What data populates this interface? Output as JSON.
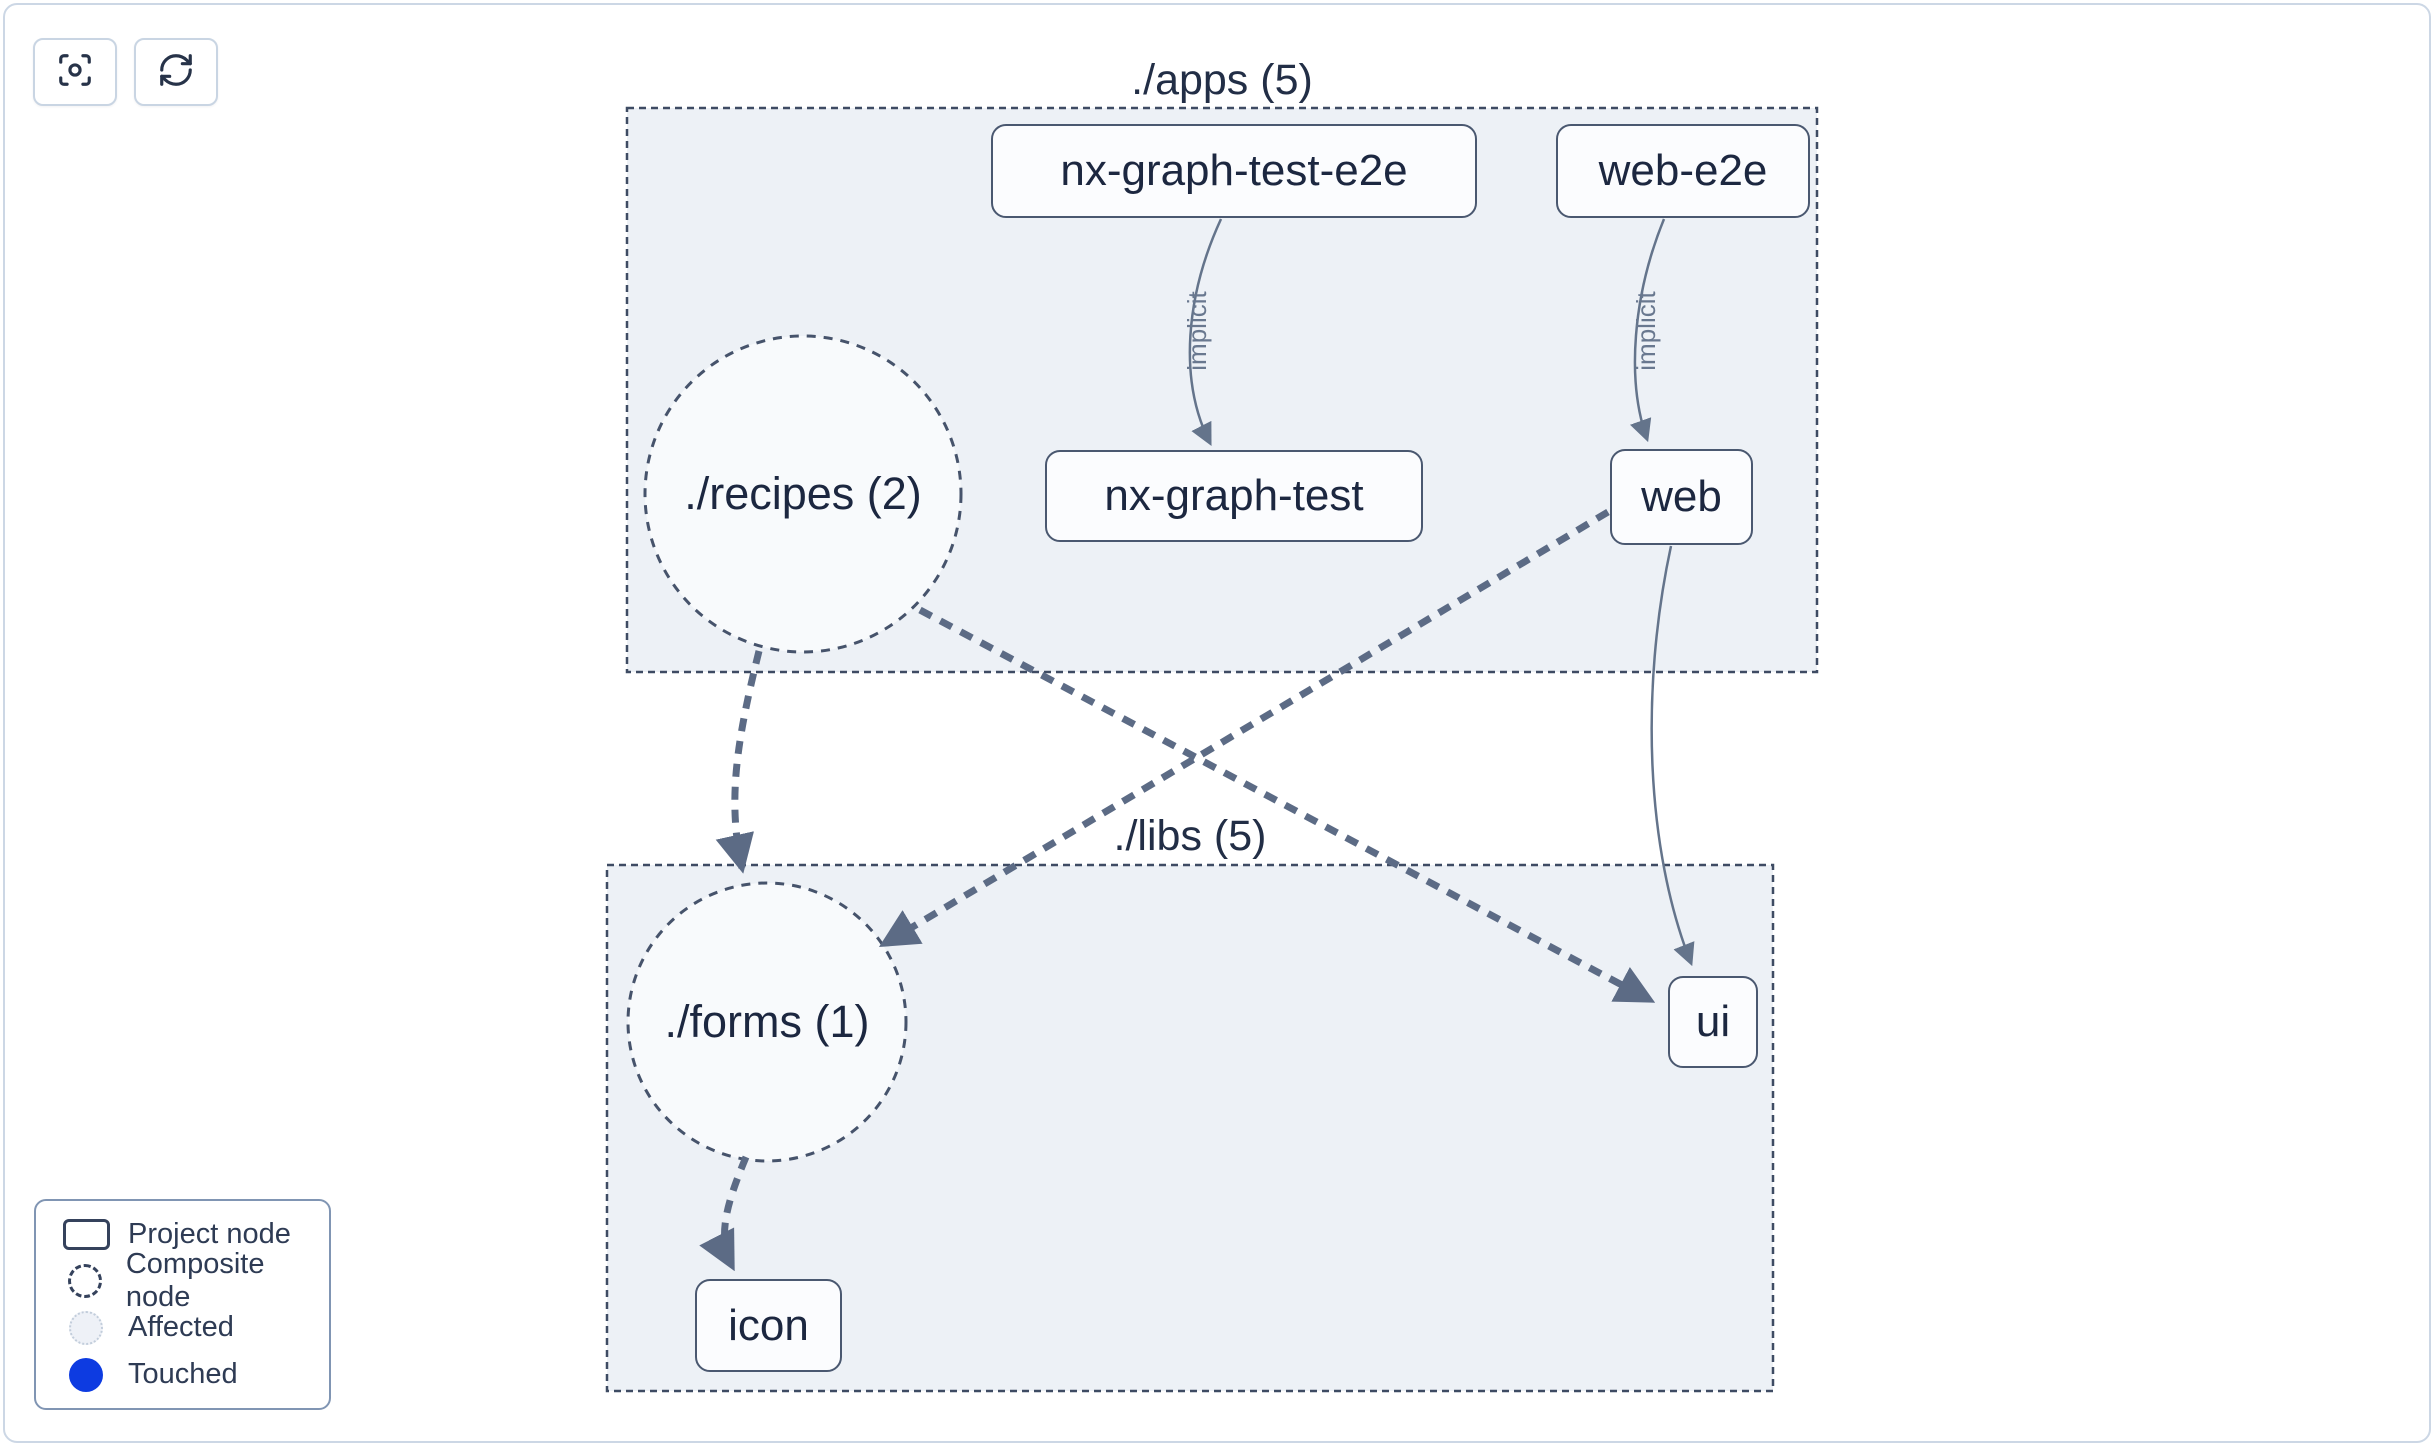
{
  "toolbar": {
    "buttons": [
      {
        "icon": "focus-icon"
      },
      {
        "icon": "refresh-icon"
      }
    ]
  },
  "groups": [
    {
      "id": "apps",
      "label": "./apps (5)"
    },
    {
      "id": "libs",
      "label": "./libs (5)"
    }
  ],
  "composite_nodes": [
    {
      "id": "recipes",
      "label": "./recipes (2)"
    },
    {
      "id": "forms",
      "label": "./forms (1)"
    }
  ],
  "project_nodes": [
    {
      "id": "nx-graph-test-e2e",
      "label": "nx-graph-test-e2e"
    },
    {
      "id": "web-e2e",
      "label": "web-e2e"
    },
    {
      "id": "nx-graph-test",
      "label": "nx-graph-test"
    },
    {
      "id": "web",
      "label": "web"
    },
    {
      "id": "ui",
      "label": "ui"
    },
    {
      "id": "icon",
      "label": "icon"
    }
  ],
  "edges": [
    {
      "from": "nx-graph-test-e2e",
      "to": "nx-graph-test",
      "label": "implicit",
      "style": "solid"
    },
    {
      "from": "web-e2e",
      "to": "web",
      "label": "implicit",
      "style": "solid"
    },
    {
      "from": "web",
      "to": "ui",
      "label": "",
      "style": "solid"
    },
    {
      "from": "./recipes (2)",
      "to": "./forms (1)",
      "label": "",
      "style": "dashed"
    },
    {
      "from": "./recipes (2)",
      "to": "ui",
      "label": "",
      "style": "dashed"
    },
    {
      "from": "web",
      "to": "./forms (1)",
      "label": "",
      "style": "dashed"
    },
    {
      "from": "./forms (1)",
      "to": "icon",
      "label": "",
      "style": "dashed"
    }
  ],
  "legend": {
    "items": [
      {
        "label": "Project node",
        "swatch": "project-node"
      },
      {
        "label": "Composite node",
        "swatch": "composite-node"
      },
      {
        "label": "Affected",
        "swatch": "affected"
      },
      {
        "label": "Touched",
        "swatch": "touched"
      }
    ]
  },
  "colors": {
    "touched": "#0d3be1",
    "affected_fill": "#eef1f7",
    "group_fill": "#edf1f6",
    "group_border": "#3e4b63",
    "edge_thick": "#5c6b85",
    "edge_thin": "#64748b",
    "node_border": "#4a5870",
    "node_fill": "#fbfcfe",
    "text": "#1c2740",
    "page_border": "#ccd7e5"
  }
}
